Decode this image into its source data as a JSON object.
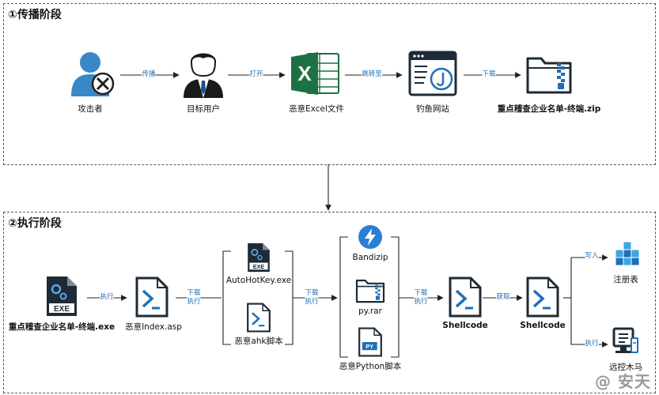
{
  "phases": {
    "spread_title": "①传播阶段",
    "exec_title": "②执行阶段"
  },
  "nodes": {
    "attacker": "攻击者",
    "target_user": "目标用户",
    "malicious_excel": "恶意Excel文件",
    "phishing_site": "钓鱼网站",
    "zip_file": "重点稽查企业名单-终端.zip",
    "exe_file": "重点稽查企业名单-终端.exe",
    "index_asp": "恶意Index.asp",
    "autohotkey": "AutoHotKey.exe",
    "ahk_script": "恶意ahk脚本",
    "bandizip": "Bandizip",
    "py_rar": "py.rar",
    "python_script": "恶意Python脚本",
    "shellcode_1": "Shellcode",
    "shellcode_2": "Shellcode",
    "registry": "注册表",
    "remote_trojan": "远控木马"
  },
  "edges": {
    "spread": "传播",
    "open": "打开",
    "redirect": "跳转至",
    "download": "下载",
    "execute": "执行",
    "download_execute_1": [
      "下载",
      "执行"
    ],
    "download_execute_2": [
      "下载",
      "执行"
    ],
    "download_execute_3": [
      "下载",
      "执行"
    ],
    "obtain": "获取",
    "write_into": "写入",
    "execute_2": "执行"
  },
  "icon_labels": {
    "exe_badge": "EXE",
    "py_badge": "PY",
    "excel_letter": "X"
  },
  "watermark": "@ 安天",
  "colors": {
    "accent_blue": "#1f6fb8",
    "icon_dark": "#1e2b36",
    "excel_green": "#1d7044",
    "edge_label_blue": "#1f6fb8"
  }
}
